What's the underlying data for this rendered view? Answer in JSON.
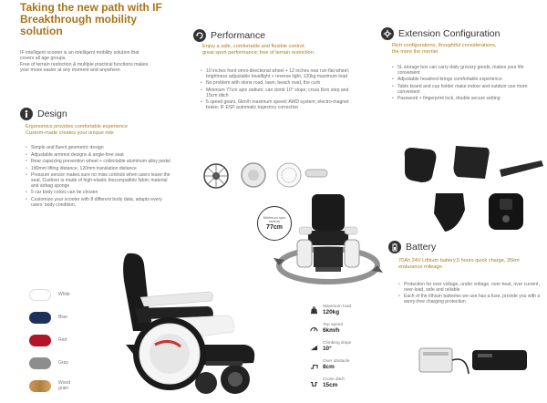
{
  "intro": {
    "title_line1": "Taking the new path with IF",
    "title_line2": "Breakthrough mobility solution",
    "text_line1": "IF intelligent scooter is an intelligent mobility solution that",
    "text_line2": "covers all age groups.",
    "text_line3": "Free of terrain restriction & multiple practical functions makes",
    "text_line4": "your move easier at any moment and anywhere."
  },
  "design": {
    "title": "Design",
    "sub_line1": "Ergonomics provides comfortable experience",
    "sub_line2": "Custom-made creates your unique ride",
    "bullets": [
      "Simple and fluent geometric design",
      "Adjustable armrest designs & angle-free seat",
      "Rear capsizing prevention wheel + collectable aluminum alloy pedal",
      "180mm lifting distance, 120mm translation distance",
      "Pressure sensor makes sure no miss controls when users leave the seat. Cushion is made of high-elastic biocompatible fabric material and airbag sponge",
      "5 car body colors can be chosen",
      "Customize your scooter with 8 different body data, adapts every users' body condition."
    ]
  },
  "colors": [
    {
      "name": "White",
      "hex": "#ffffff"
    },
    {
      "name": "Blue",
      "hex": "#1e2f5c"
    },
    {
      "name": "Red",
      "hex": "#b4142a"
    },
    {
      "name": "Gray",
      "hex": "#8d8d8d"
    },
    {
      "name": "Wood grain",
      "hex": "#c99a55"
    }
  ],
  "performance": {
    "title": "Performance",
    "sub_line1": "Enjoy a safe, comfortable and flexible control;",
    "sub_line2": "great sport performance; free of terrain restriction.",
    "bullets": [
      "10 inches front omni-directional wheel + 12 inches rear run-flat wheel; brightness adjustable headlight + reverse light; 120kg maximum load",
      "No problem with stone road, lawn, beach road, the curb",
      "Minimum 77cm spin radium; can climb 10° slope; cross 8cm step and 15cm ditch",
      "5 speed gears, 6km/h maximum speed; AWD system; electro-magnet brake; IF ESP automatic trajectory correction"
    ],
    "spin_label_line1": "Minimum spin",
    "spin_label_line2": "radium",
    "spin_value": "77cm"
  },
  "specs": [
    {
      "label": "Maximum load",
      "value": "120kg",
      "icon": "weight-icon"
    },
    {
      "label": "Top speed",
      "value": "6km/h",
      "icon": "speed-icon"
    },
    {
      "label": "Climbing slope",
      "value": "10°",
      "icon": "slope-icon"
    },
    {
      "label": "Over obstacle",
      "value": "8cm",
      "icon": "obstacle-icon"
    },
    {
      "label": "Cross ditch",
      "value": "15cm",
      "icon": "ditch-icon"
    }
  ],
  "extension": {
    "title": "Extension Configuration",
    "sub_line1": "Rich configurations, thoughtful considerations,",
    "sub_line2": "the more the merrier",
    "bullets": [
      "5L storage box can carry daily grocery goods, makes your life convenient",
      "Adjustable headrest brings comfortable experience",
      "Table board and cup holder make indoor and outdoor use more convenient",
      "Password + fingerprint lock, double secure setting"
    ]
  },
  "battery": {
    "title": "Battery",
    "sub_line1": "70Ah 24V Lithium battery,5 hours quick charge, 35km",
    "sub_line2": "endurance mileage.",
    "bullets": [
      "Protection for over voltage, under voltage, over-heat, over current, over-load, safe and reliable",
      "Each of the lithium batteries we use has a fuse, provide you with a worry-free charging protection"
    ]
  }
}
